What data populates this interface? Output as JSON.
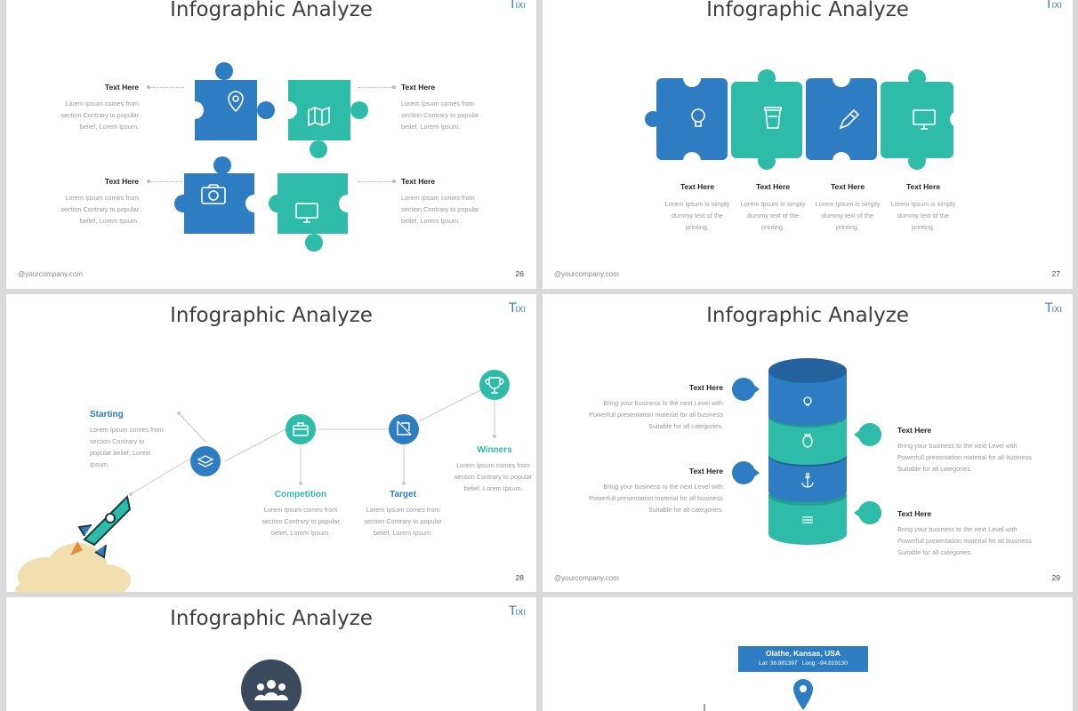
{
  "colors": {
    "blue": "#2e7cc2",
    "teal": "#2ebba8",
    "dark": "#3a4a5c",
    "bg": "#d9d9d9"
  },
  "slide_title": "Infographic Analyze",
  "logo_T": "T",
  "logo_rest": "IXI",
  "footer": "@yourcompany.com",
  "s26": {
    "page": "26",
    "items": [
      {
        "title": "Text Here",
        "body": "Lorem Ipsum comes from section Contrary to popular belief, Lorem Ipsum."
      },
      {
        "title": "Text Here",
        "body": "Lorem Ipsum comes from section Contrary to popular belief, Lorem Ipsum."
      },
      {
        "title": "Text Here",
        "body": "Lorem Ipsum comes from section Contrary to popular belief, Lorem Ipsum."
      },
      {
        "title": "Text Here",
        "body": "Lorem Ipsum comes from section Contrary to popular belief, Lorem Ipsum."
      }
    ],
    "icons": [
      "map-pin-icon",
      "map-icon",
      "camera-icon",
      "monitor-icon"
    ]
  },
  "s27": {
    "page": "27",
    "items": [
      {
        "title": "Text Here",
        "body": "Lorem Ipsum is simply dummy text of the printing."
      },
      {
        "title": "Text Here",
        "body": "Lorem Ipsum is simply dummy text of the printing."
      },
      {
        "title": "Text Here",
        "body": "Lorem Ipsum is simply dummy text of the printing."
      },
      {
        "title": "Text Here",
        "body": "Lorem Ipsum is simply dummy text of the printing."
      }
    ],
    "icons": [
      "lightbulb-icon",
      "coffee-cup-icon",
      "pencil-icon",
      "monitor-icon"
    ]
  },
  "s28": {
    "page": "28",
    "steps": [
      {
        "title": "Starting",
        "body": "Lorem Ipsum comes from section Contrary to popular belief, Lorem Ipsum."
      },
      {
        "title": "Competition",
        "body": "Lorem Ipsum comes from section Contrary to popular belief, Lorem Ipsum."
      },
      {
        "title": "Target",
        "body": "Lorem Ipsum comes from section Contrary to popular belief, Lorem Ipsum."
      },
      {
        "title": "Winners",
        "body": "Lorem Ipsum comes from section Contrary to popular belief, Lorem Ipsum."
      }
    ],
    "icons": [
      "layers-icon",
      "briefcase-icon",
      "crop-icon",
      "trophy-icon",
      "rocket-icon"
    ]
  },
  "s29": {
    "page": "29",
    "items": [
      {
        "title": "Text Here",
        "body": "Bring your business to the next Level with Powerfull presentation material for all business Suitable for all categories."
      },
      {
        "title": "Text Here",
        "body": "Bring your business to the next Level with Powerfull presentation material for all business Suitable for all categories."
      },
      {
        "title": "Text Here",
        "body": "Bring your business to the next Level with Powerfull presentation material for all business Suitable for all categories."
      },
      {
        "title": "Text Here",
        "body": "Bring your business to the next Level with Powerfull presentation material for all business Suitable for all categories."
      }
    ],
    "icons": [
      "lightbulb-icon",
      "money-bag-icon",
      "anchor-icon",
      "coins-icon"
    ]
  },
  "s30": {
    "icon": "team-icon"
  },
  "s31": {
    "place": "Olathe, Kansas, USA",
    "lat": "Lat: 38.881397",
    "long": "Long: -94.819130",
    "icon": "map-pin-icon"
  }
}
